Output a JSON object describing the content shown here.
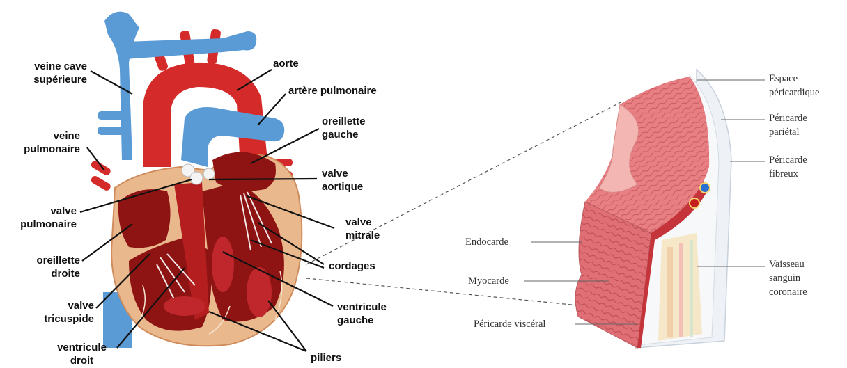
{
  "heart_labels": {
    "veine_cave_1": "veine cave",
    "veine_cave_2": "supérieure",
    "veine_pulm_1": "veine",
    "veine_pulm_2": "pulmonaire",
    "valve_pulm_1": "valve",
    "valve_pulm_2": "pulmonaire",
    "oreillette_droite_1": "oreillette",
    "oreillette_droite_2": "droite",
    "valve_tric_1": "valve",
    "valve_tric_2": "tricuspide",
    "ventricule_droit_1": "ventricule",
    "ventricule_droit_2": "droit",
    "aorte": "aorte",
    "artere_pulm": "artère pulmonaire",
    "oreillette_gauche_1": "oreillette",
    "oreillette_gauche_2": "gauche",
    "valve_aort_1": "valve",
    "valve_aort_2": "aortique",
    "valve_mitr_1": "valve",
    "valve_mitr_2": "mitrale",
    "cordages": "cordages",
    "ventricule_gauche_1": "ventricule",
    "ventricule_gauche_2": "gauche",
    "piliers": "piliers"
  },
  "section_labels": {
    "espace_1": "Espace",
    "espace_2": "péricardique",
    "peric_par_1": "Péricarde",
    "peric_par_2": "pariétal",
    "peric_fib_1": "Péricarde",
    "peric_fib_2": "fibreux",
    "endocarde": "Endocarde",
    "myocarde": "Myocarde",
    "peric_visc": "Péricarde viscéral",
    "vaisseau_1": "Vaisseau",
    "vaisseau_2": "sanguin",
    "vaisseau_3": "coronaire"
  },
  "colors": {
    "vein_blue": "#5b9bd5",
    "artery_red": "#d42a2a",
    "dark_red": "#8e1414",
    "wall_tan": "#e9b88c",
    "muscle_pink": "#e57a7e"
  }
}
